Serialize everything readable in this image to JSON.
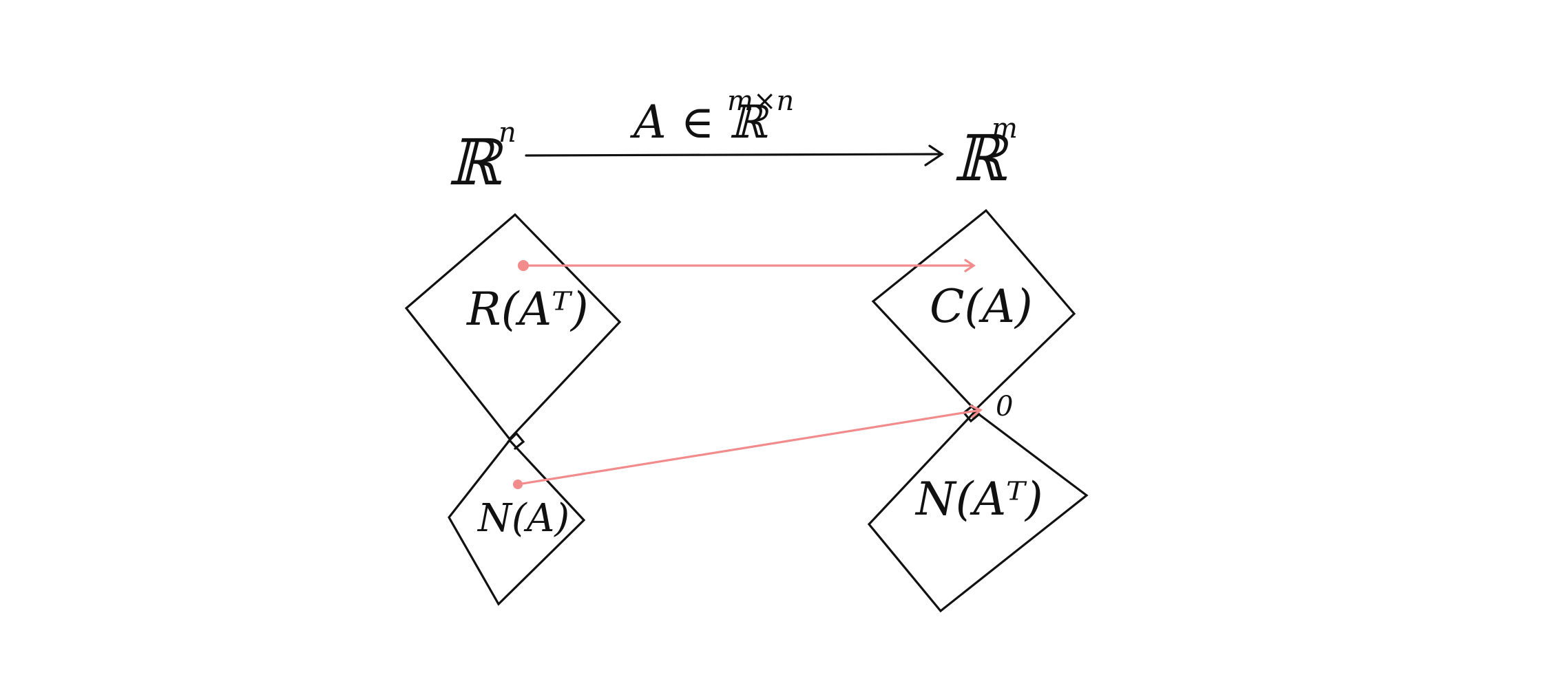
{
  "diagram": {
    "domain_space": {
      "base": "ℝ",
      "exponent": "n"
    },
    "codomain_space": {
      "base": "ℝ",
      "exponent": "m"
    },
    "map": {
      "text": "A ∈ ℝ",
      "exponent": "m×n"
    },
    "subspaces": {
      "row_space": "R(Aᵀ)",
      "null_space": "N(A)",
      "column_space": "C(A)",
      "left_null_space": "N(Aᵀ)"
    },
    "zero_label": "0",
    "colors": {
      "ink": "#111111",
      "mapping": "#f28b8b"
    }
  }
}
